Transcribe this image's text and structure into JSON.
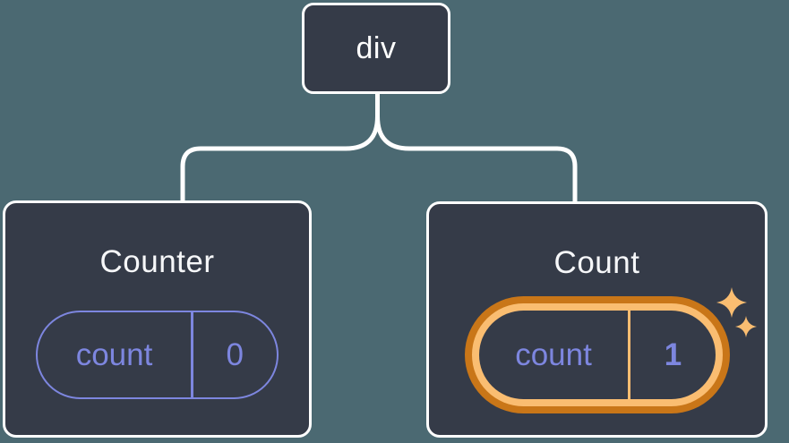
{
  "canvas": {
    "background_color": "#4b6972"
  },
  "tree": {
    "root": {
      "label": "div"
    },
    "connector_color": "#ffffff",
    "children": [
      {
        "title": "Counter",
        "highlighted": false,
        "state": {
          "key": "count",
          "value": "0"
        }
      },
      {
        "title": "Count",
        "highlighted": true,
        "state": {
          "key": "count",
          "value": "1"
        }
      }
    ]
  },
  "colors": {
    "node_fill": "#353b48",
    "node_border": "#ffffff",
    "title_text": "#f6f7f9",
    "state_accent_purple": "#7d86df",
    "highlight_ring_outer_orange": "#c97618",
    "highlight_ring_inner_orange": "#fabd71",
    "sparkle_orange": "#fabd71"
  },
  "icons": {
    "sparkles": "sparkles-icon"
  }
}
